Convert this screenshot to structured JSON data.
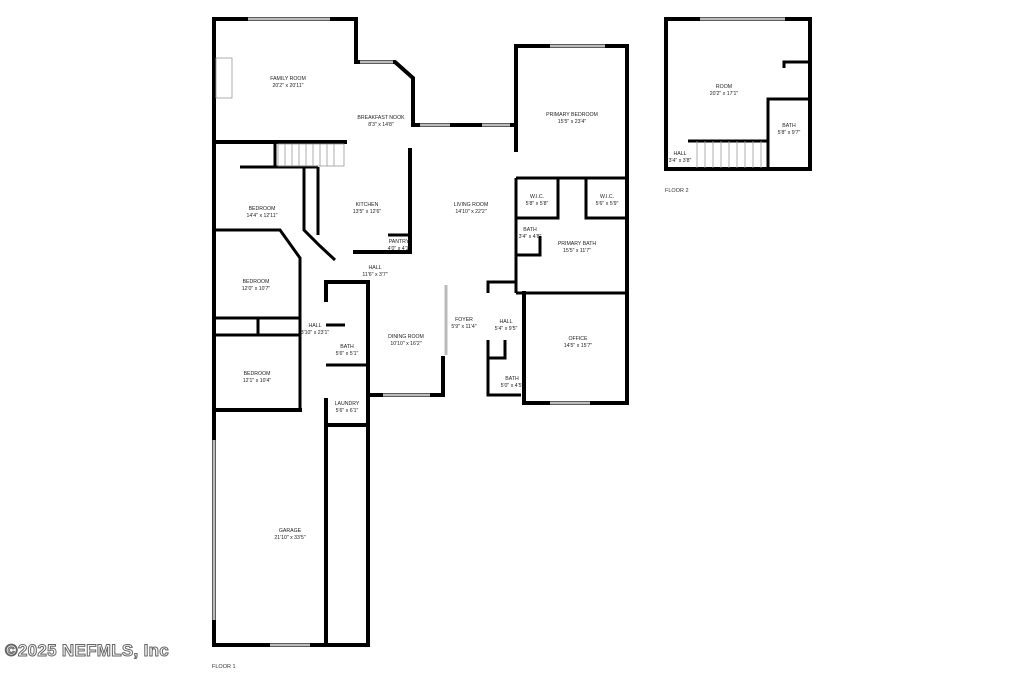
{
  "floor1": {
    "label": "FLOOR 1",
    "rooms": [
      {
        "name": "FAMILY ROOM",
        "size": "20'2\" x 20'11\""
      },
      {
        "name": "BREAKFAST NOOK",
        "size": "8'3\" x 14'8\""
      },
      {
        "name": "PRIMARY BEDROOM",
        "size": "15'5\" x 23'4\""
      },
      {
        "name": "BEDROOM",
        "size": "14'4\" x 12'11\""
      },
      {
        "name": "KITCHEN",
        "size": "13'5\" x 12'6\""
      },
      {
        "name": "LIVING ROOM",
        "size": "14'10\" x 22'2\""
      },
      {
        "name": "W.I.C.",
        "size": "5'8\" x 5'8\""
      },
      {
        "name": "W.I.C.",
        "size": "5'6\" x 5'9\""
      },
      {
        "name": "PANTRY",
        "size": "4'0\" x 4'1\""
      },
      {
        "name": "BATH",
        "size": "3'4\" x 4'8\""
      },
      {
        "name": "PRIMARY BATH",
        "size": "15'5\" x 11'7\""
      },
      {
        "name": "HALL",
        "size": "11'6\" x 3'7\""
      },
      {
        "name": "BEDROOM",
        "size": "12'0\" x 10'7\""
      },
      {
        "name": "HALL",
        "size": "3'10\" x 23'1\""
      },
      {
        "name": "BATH",
        "size": "5'6\" x 5'1\""
      },
      {
        "name": "DINING ROOM",
        "size": "10'10\" x 16'2\""
      },
      {
        "name": "FOYER",
        "size": "5'9\" x 11'4\""
      },
      {
        "name": "HALL",
        "size": "5'4\" x 9'5\""
      },
      {
        "name": "OFFICE",
        "size": "14'5\" x 15'7\""
      },
      {
        "name": "BEDROOM",
        "size": "12'1\" x 10'4\""
      },
      {
        "name": "BATH",
        "size": "5'0\" x 4'5\""
      },
      {
        "name": "LAUNDRY",
        "size": "5'6\" x 6'1\""
      },
      {
        "name": "GARAGE",
        "size": "21'10\" x 33'5\""
      }
    ]
  },
  "floor2": {
    "label": "FLOOR 2",
    "rooms": [
      {
        "name": "ROOM",
        "size": "20'2\" x 17'1\""
      },
      {
        "name": "BATH",
        "size": "5'8\" x 9'7\""
      },
      {
        "name": "HALL",
        "size": "3'4\" x 3'8\""
      }
    ]
  },
  "watermark": "©2025 NEFMLS, Inc"
}
